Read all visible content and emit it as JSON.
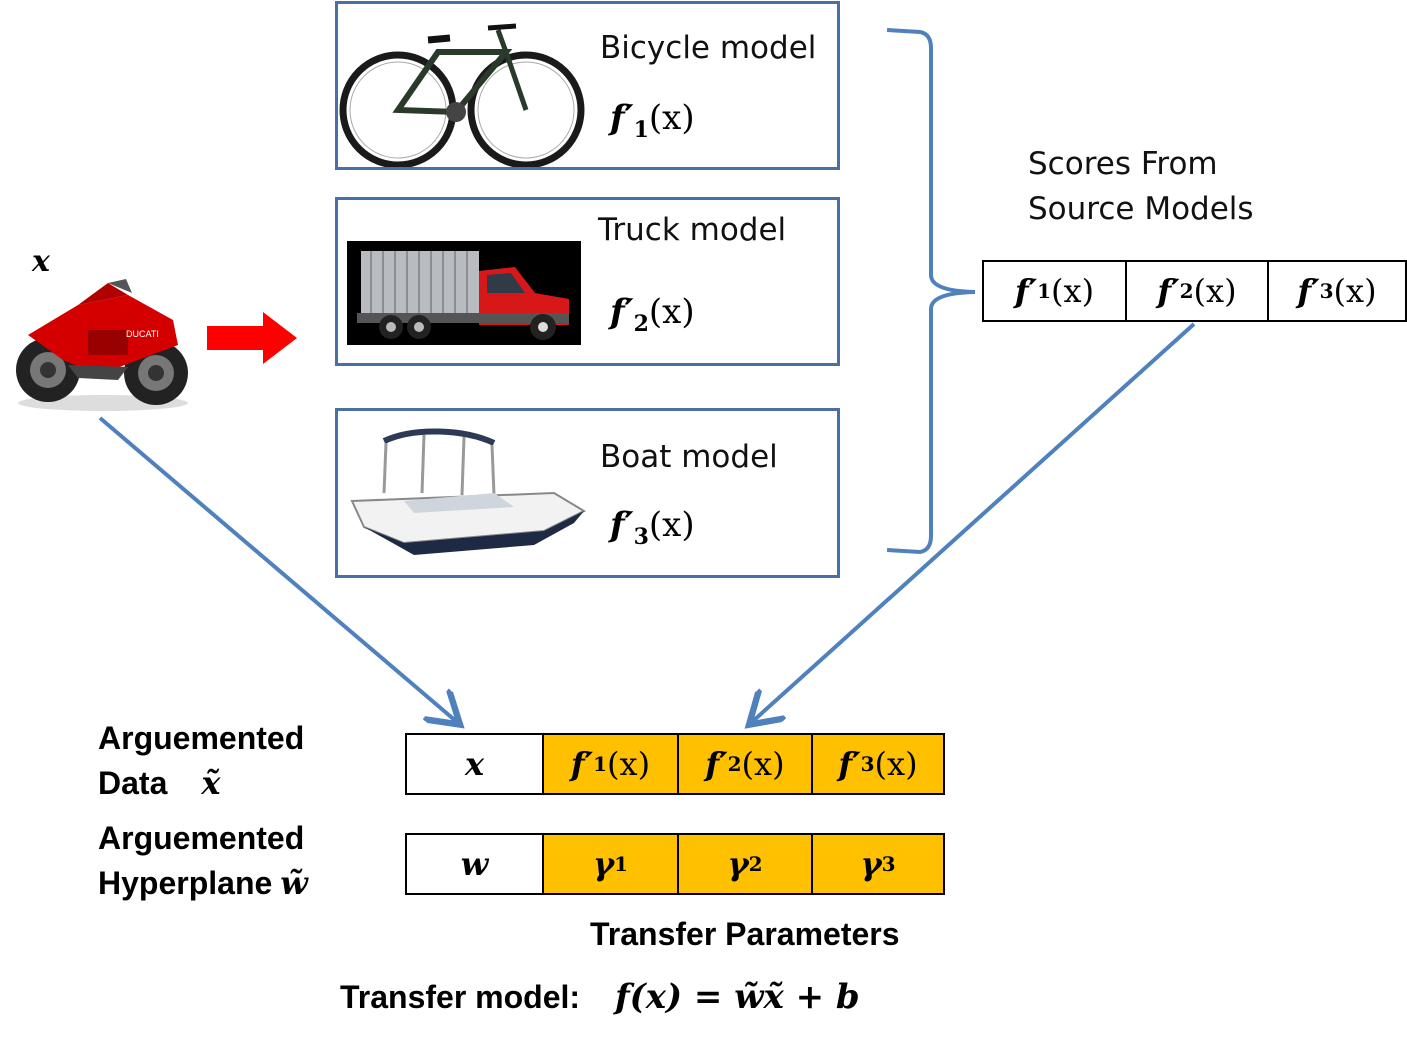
{
  "input": {
    "label": "x"
  },
  "models": [
    {
      "title": "Bicycle model",
      "func": "f′",
      "sub": "1",
      "arg": "(x)"
    },
    {
      "title": "Truck model",
      "func": "f′",
      "sub": "2",
      "arg": "(x)"
    },
    {
      "title": "Boat model",
      "func": "f′",
      "sub": "3",
      "arg": "(x)"
    }
  ],
  "scores": {
    "title_line1": "Scores From",
    "title_line2": "Source Models",
    "cells": [
      {
        "func": "f′",
        "sub": "1",
        "arg": "(x)"
      },
      {
        "func": "f′",
        "sub": "2",
        "arg": "(x)"
      },
      {
        "func": "f′",
        "sub": "3",
        "arg": "(x)"
      }
    ]
  },
  "augmented_data": {
    "label_line1": "Arguemented",
    "label_line2": "Data",
    "symbol": "x̃",
    "cells": [
      {
        "func": "x",
        "sub": "",
        "arg": ""
      },
      {
        "func": "f′",
        "sub": "1",
        "arg": "(x)"
      },
      {
        "func": "f′",
        "sub": "2",
        "arg": "(x)"
      },
      {
        "func": "f′",
        "sub": "3",
        "arg": "(x)"
      }
    ]
  },
  "augmented_hyperplane": {
    "label_line1": "Arguemented",
    "label_line2": "Hyperplane",
    "symbol": "w̃",
    "cells": [
      {
        "func": "w",
        "sub": ""
      },
      {
        "func": "γ",
        "sub": "1"
      },
      {
        "func": "γ",
        "sub": "2"
      },
      {
        "func": "γ",
        "sub": "3"
      }
    ]
  },
  "transfer_parameters_label": "Transfer Parameters",
  "transfer_model": {
    "label": "Transfer model:",
    "equation": "f(x) = w̃x̃ + b"
  },
  "colors": {
    "box_border": "#4a6fa5",
    "arrow_blue": "#4f81bd",
    "arrow_red": "#ff0000",
    "highlight": "#ffc000"
  }
}
